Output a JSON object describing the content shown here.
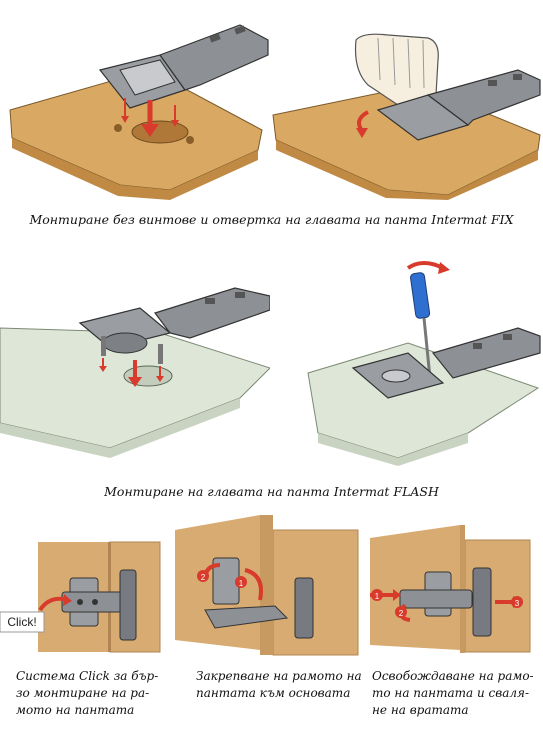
{
  "captions": {
    "fix": "Монтиране без винтове и отвертка на главата на панта Intermat FIX",
    "flash": "Монтиране на главата на панта Intermat FLASH"
  },
  "bottom": {
    "click_label": "Click!",
    "cap1": [
      "Система Click за бър-",
      "зо монтиране на ра-",
      "мото на пантата"
    ],
    "cap2": [
      "Закрепване на рамото на",
      "пантата към основата"
    ],
    "cap3": [
      "Освобождаване на рамо-",
      "то на пантата и сваля-",
      "не на вратата"
    ],
    "step_badges": [
      "2",
      "1",
      "1",
      "2",
      "3"
    ]
  },
  "colors": {
    "wood_fix": "#d9a863",
    "wood_flash": "#dde6d7",
    "panel_bottom": "#d7ab72",
    "metal": "#9a9da2",
    "metal_dark": "#5f6267",
    "arrow_red": "#d83a2c",
    "screwdriver_blue": "#2f6fd0"
  }
}
